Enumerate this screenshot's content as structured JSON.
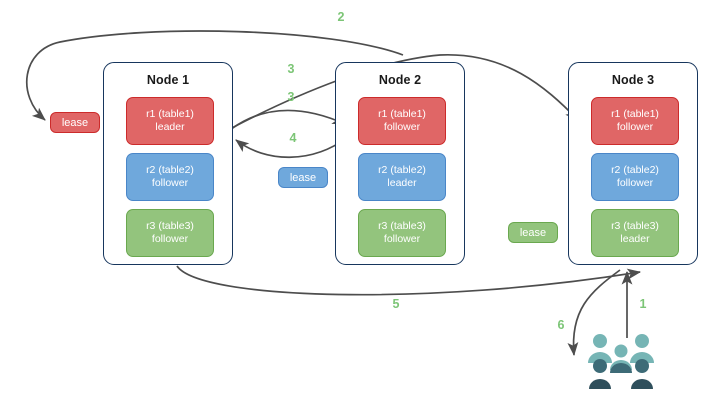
{
  "diagram": {
    "title": "distributed-lease-raft-replication",
    "edge_stroke": "#4d4d4d",
    "step_label_color": "#7cc576",
    "node_border_color": "#17365d",
    "colors": {
      "red": "#e06666",
      "red_border": "#cc2b2b",
      "blue": "#6fa8dc",
      "blue_border": "#4a86c8",
      "green": "#93c47d",
      "green_border": "#6aa84f",
      "users_light": "#76b5b5",
      "users_dark": "#3d6b77",
      "users_darkest": "#2f4f5c"
    }
  },
  "nodes": [
    {
      "id": "node1",
      "title": "Node 1",
      "replicas": [
        {
          "name": "r1 (table1)",
          "role": "leader",
          "color": "red"
        },
        {
          "name": "r2 (table2)",
          "role": "follower",
          "color": "blue"
        },
        {
          "name": "r3 (table3)",
          "role": "follower",
          "color": "green"
        }
      ]
    },
    {
      "id": "node2",
      "title": "Node 2",
      "replicas": [
        {
          "name": "r1 (table1)",
          "role": "follower",
          "color": "red"
        },
        {
          "name": "r2 (table2)",
          "role": "leader",
          "color": "blue"
        },
        {
          "name": "r3 (table3)",
          "role": "follower",
          "color": "green"
        }
      ]
    },
    {
      "id": "node3",
      "title": "Node 3",
      "replicas": [
        {
          "name": "r1 (table1)",
          "role": "follower",
          "color": "red"
        },
        {
          "name": "r2 (table2)",
          "role": "follower",
          "color": "blue"
        },
        {
          "name": "r3 (table3)",
          "role": "leader",
          "color": "green"
        }
      ]
    }
  ],
  "leases": [
    {
      "id": "lease-red",
      "label": "lease",
      "color": "red"
    },
    {
      "id": "lease-blue",
      "label": "lease",
      "color": "blue"
    },
    {
      "id": "lease-green",
      "label": "lease",
      "color": "green"
    }
  ],
  "steps": [
    {
      "id": "step-1",
      "label": "1"
    },
    {
      "id": "step-2",
      "label": "2"
    },
    {
      "id": "step-3a",
      "label": "3"
    },
    {
      "id": "step-3b",
      "label": "3"
    },
    {
      "id": "step-4",
      "label": "4"
    },
    {
      "id": "step-5",
      "label": "5"
    },
    {
      "id": "step-6",
      "label": "6"
    }
  ],
  "actors": {
    "users_icon": "users-icon"
  }
}
